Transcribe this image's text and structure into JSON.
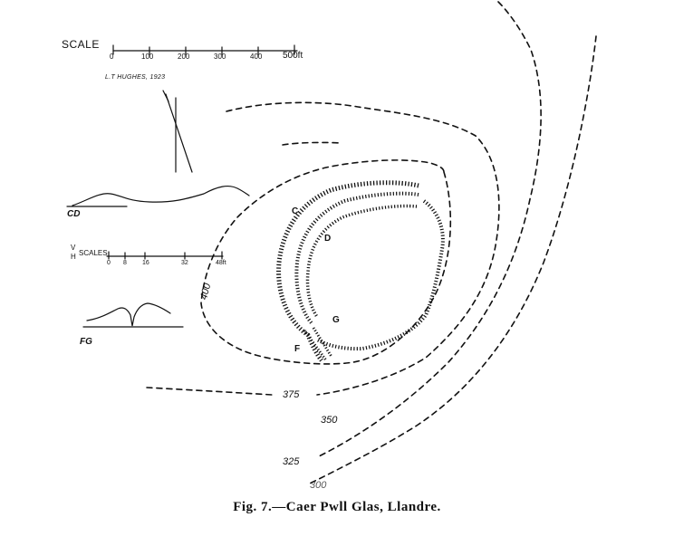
{
  "scale": {
    "title": "SCALE",
    "ticks": [
      "0",
      "100",
      "200",
      "300",
      "400",
      "500ft"
    ]
  },
  "credit": "L.T HUGHES, 1923",
  "sections": {
    "cd_label": "CD",
    "fg_label": "FG",
    "vh_v": "V",
    "vh_h": "H",
    "vh_scales": "SCALES",
    "vh_ticks": [
      "0",
      "8",
      "16",
      "32",
      "48ft"
    ]
  },
  "contours": [
    "400",
    "375",
    "350",
    "325",
    "300"
  ],
  "points": [
    "C",
    "D",
    "G",
    "F"
  ],
  "caption": "Fig. 7.—Caer Pwll Glas, Llandre."
}
